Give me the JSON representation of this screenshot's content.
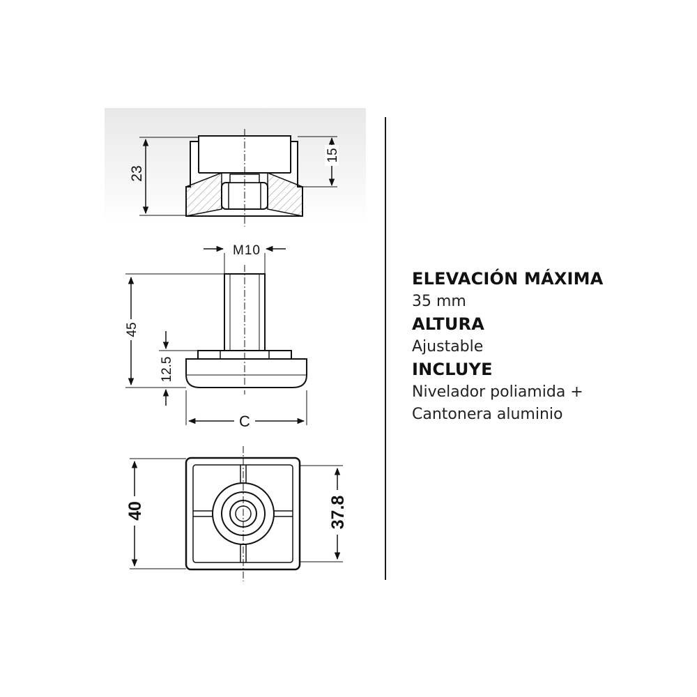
{
  "drawing": {
    "dimensions": {
      "top_height": "23",
      "top_depth": "15",
      "thread": "M10",
      "total_height": "45",
      "base_height": "12.5",
      "width_c": "C",
      "outer_size": "40",
      "inner_size": "37.8"
    }
  },
  "specs": {
    "elevation": {
      "label": "ELEVACIÓN MÁXIMA",
      "value": "35 mm"
    },
    "height": {
      "label": "ALTURA",
      "value": "Ajustable"
    },
    "includes": {
      "label": "INCLUYE",
      "value_line1": "Nivelador poliamida +",
      "value_line2": "Cantonera aluminio"
    }
  },
  "colors": {
    "ink": "#111111",
    "background": "#ffffff",
    "hatch": "#777777"
  }
}
